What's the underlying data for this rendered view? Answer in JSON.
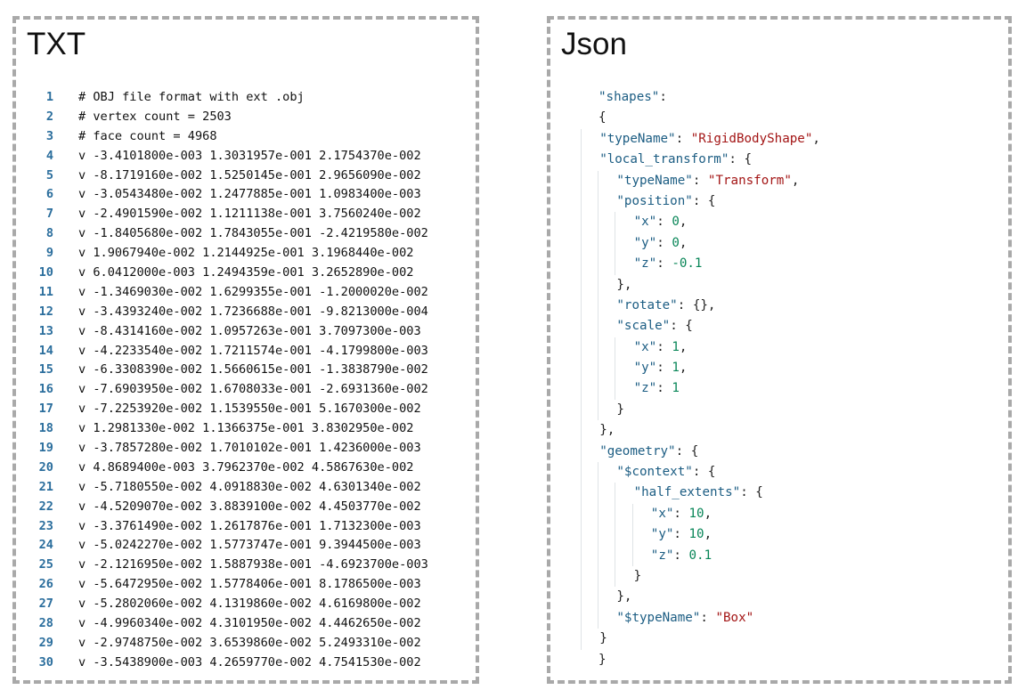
{
  "txt_panel": {
    "title": "TXT",
    "lines": [
      {
        "num": "1",
        "text": "# OBJ file format with ext .obj"
      },
      {
        "num": "2",
        "text": "# vertex count = 2503"
      },
      {
        "num": "3",
        "text": "# face count = 4968"
      },
      {
        "num": "4",
        "text": "v -3.4101800e-003 1.3031957e-001 2.1754370e-002"
      },
      {
        "num": "5",
        "text": "v -8.1719160e-002 1.5250145e-001 2.9656090e-002"
      },
      {
        "num": "6",
        "text": "v -3.0543480e-002 1.2477885e-001 1.0983400e-003"
      },
      {
        "num": "7",
        "text": "v -2.4901590e-002 1.1211138e-001 3.7560240e-002"
      },
      {
        "num": "8",
        "text": "v -1.8405680e-002 1.7843055e-001 -2.4219580e-002"
      },
      {
        "num": "9",
        "text": "v 1.9067940e-002 1.2144925e-001 3.1968440e-002"
      },
      {
        "num": "10",
        "text": "v 6.0412000e-003 1.2494359e-001 3.2652890e-002"
      },
      {
        "num": "11",
        "text": "v -1.3469030e-002 1.6299355e-001 -1.2000020e-002"
      },
      {
        "num": "12",
        "text": "v -3.4393240e-002 1.7236688e-001 -9.8213000e-004"
      },
      {
        "num": "13",
        "text": "v -8.4314160e-002 1.0957263e-001 3.7097300e-003"
      },
      {
        "num": "14",
        "text": "v -4.2233540e-002 1.7211574e-001 -4.1799800e-003"
      },
      {
        "num": "15",
        "text": "v -6.3308390e-002 1.5660615e-001 -1.3838790e-002"
      },
      {
        "num": "16",
        "text": "v -7.6903950e-002 1.6708033e-001 -2.6931360e-002"
      },
      {
        "num": "17",
        "text": "v -7.2253920e-002 1.1539550e-001 5.1670300e-002"
      },
      {
        "num": "18",
        "text": "v 1.2981330e-002 1.1366375e-001 3.8302950e-002"
      },
      {
        "num": "19",
        "text": "v -3.7857280e-002 1.7010102e-001 1.4236000e-003"
      },
      {
        "num": "20",
        "text": "v 4.8689400e-003 3.7962370e-002 4.5867630e-002"
      },
      {
        "num": "21",
        "text": "v -5.7180550e-002 4.0918830e-002 4.6301340e-002"
      },
      {
        "num": "22",
        "text": "v -4.5209070e-002 3.8839100e-002 4.4503770e-002"
      },
      {
        "num": "23",
        "text": "v -3.3761490e-002 1.2617876e-001 1.7132300e-003"
      },
      {
        "num": "24",
        "text": "v -5.0242270e-002 1.5773747e-001 9.3944500e-003"
      },
      {
        "num": "25",
        "text": "v -2.1216950e-002 1.5887938e-001 -4.6923700e-003"
      },
      {
        "num": "26",
        "text": "v -5.6472950e-002 1.5778406e-001 8.1786500e-003"
      },
      {
        "num": "27",
        "text": "v -5.2802060e-002 4.1319860e-002 4.6169800e-002"
      },
      {
        "num": "28",
        "text": "v -4.9960340e-002 4.3101950e-002 4.4462650e-002"
      },
      {
        "num": "29",
        "text": "v -2.9748750e-002 3.6539860e-002 5.2493310e-002"
      },
      {
        "num": "30",
        "text": "v -3.5438900e-003 4.2659770e-002 4.7541530e-002"
      }
    ]
  },
  "json_panel": {
    "title": "Json",
    "lines": [
      {
        "depth": 1,
        "tokens": [
          {
            "t": "k",
            "v": "\"shapes\""
          },
          {
            "t": "p",
            "v": ":"
          }
        ]
      },
      {
        "depth": 1,
        "tokens": [
          {
            "t": "p",
            "v": "{"
          }
        ]
      },
      {
        "depth": 2,
        "tokens": [
          {
            "t": "k",
            "v": "\"typeName\""
          },
          {
            "t": "p",
            "v": ": "
          },
          {
            "t": "s",
            "v": "\"RigidBodyShape\""
          },
          {
            "t": "p",
            "v": ","
          }
        ]
      },
      {
        "depth": 2,
        "tokens": [
          {
            "t": "k",
            "v": "\"local_transform\""
          },
          {
            "t": "p",
            "v": ": {"
          }
        ]
      },
      {
        "depth": 3,
        "tokens": [
          {
            "t": "k",
            "v": "\"typeName\""
          },
          {
            "t": "p",
            "v": ": "
          },
          {
            "t": "s",
            "v": "\"Transform\""
          },
          {
            "t": "p",
            "v": ","
          }
        ]
      },
      {
        "depth": 3,
        "tokens": [
          {
            "t": "k",
            "v": "\"position\""
          },
          {
            "t": "p",
            "v": ": {"
          }
        ]
      },
      {
        "depth": 4,
        "tokens": [
          {
            "t": "k",
            "v": "\"x\""
          },
          {
            "t": "p",
            "v": ": "
          },
          {
            "t": "n",
            "v": "0"
          },
          {
            "t": "p",
            "v": ","
          }
        ]
      },
      {
        "depth": 4,
        "tokens": [
          {
            "t": "k",
            "v": "\"y\""
          },
          {
            "t": "p",
            "v": ": "
          },
          {
            "t": "n",
            "v": "0"
          },
          {
            "t": "p",
            "v": ","
          }
        ]
      },
      {
        "depth": 4,
        "tokens": [
          {
            "t": "k",
            "v": "\"z\""
          },
          {
            "t": "p",
            "v": ": "
          },
          {
            "t": "n",
            "v": "-0.1"
          }
        ]
      },
      {
        "depth": 3,
        "tokens": [
          {
            "t": "p",
            "v": "},"
          }
        ]
      },
      {
        "depth": 3,
        "tokens": [
          {
            "t": "k",
            "v": "\"rotate\""
          },
          {
            "t": "p",
            "v": ": {},"
          }
        ]
      },
      {
        "depth": 3,
        "tokens": [
          {
            "t": "k",
            "v": "\"scale\""
          },
          {
            "t": "p",
            "v": ": {"
          }
        ]
      },
      {
        "depth": 4,
        "tokens": [
          {
            "t": "k",
            "v": "\"x\""
          },
          {
            "t": "p",
            "v": ": "
          },
          {
            "t": "n",
            "v": "1"
          },
          {
            "t": "p",
            "v": ","
          }
        ]
      },
      {
        "depth": 4,
        "tokens": [
          {
            "t": "k",
            "v": "\"y\""
          },
          {
            "t": "p",
            "v": ": "
          },
          {
            "t": "n",
            "v": "1"
          },
          {
            "t": "p",
            "v": ","
          }
        ]
      },
      {
        "depth": 4,
        "tokens": [
          {
            "t": "k",
            "v": "\"z\""
          },
          {
            "t": "p",
            "v": ": "
          },
          {
            "t": "n",
            "v": "1"
          }
        ]
      },
      {
        "depth": 3,
        "tokens": [
          {
            "t": "p",
            "v": "}"
          }
        ]
      },
      {
        "depth": 2,
        "tokens": [
          {
            "t": "p",
            "v": "},"
          }
        ]
      },
      {
        "depth": 2,
        "tokens": [
          {
            "t": "k",
            "v": "\"geometry\""
          },
          {
            "t": "p",
            "v": ": {"
          }
        ]
      },
      {
        "depth": 3,
        "tokens": [
          {
            "t": "k",
            "v": "\"$context\""
          },
          {
            "t": "p",
            "v": ": {"
          }
        ]
      },
      {
        "depth": 4,
        "tokens": [
          {
            "t": "k",
            "v": "\"half_extents\""
          },
          {
            "t": "p",
            "v": ": {"
          }
        ]
      },
      {
        "depth": 5,
        "tokens": [
          {
            "t": "k",
            "v": "\"x\""
          },
          {
            "t": "p",
            "v": ": "
          },
          {
            "t": "n",
            "v": "10"
          },
          {
            "t": "p",
            "v": ","
          }
        ]
      },
      {
        "depth": 5,
        "tokens": [
          {
            "t": "k",
            "v": "\"y\""
          },
          {
            "t": "p",
            "v": ": "
          },
          {
            "t": "n",
            "v": "10"
          },
          {
            "t": "p",
            "v": ","
          }
        ]
      },
      {
        "depth": 5,
        "tokens": [
          {
            "t": "k",
            "v": "\"z\""
          },
          {
            "t": "p",
            "v": ": "
          },
          {
            "t": "n",
            "v": "0.1"
          }
        ]
      },
      {
        "depth": 4,
        "tokens": [
          {
            "t": "p",
            "v": "}"
          }
        ]
      },
      {
        "depth": 3,
        "tokens": [
          {
            "t": "p",
            "v": "},"
          }
        ]
      },
      {
        "depth": 3,
        "tokens": [
          {
            "t": "k",
            "v": "\"$typeName\""
          },
          {
            "t": "p",
            "v": ": "
          },
          {
            "t": "s",
            "v": "\"Box\""
          }
        ]
      },
      {
        "depth": 2,
        "tokens": [
          {
            "t": "p",
            "v": "}"
          }
        ]
      },
      {
        "depth": 1,
        "tokens": [
          {
            "t": "p",
            "v": "}"
          }
        ]
      }
    ]
  },
  "colors": {
    "border": "#a9a9a9",
    "line_number": "#2b6e9d",
    "json_key": "#1c5d83",
    "json_string": "#a31515",
    "json_number": "#098658",
    "indent_guide": "#dfe3e6"
  }
}
